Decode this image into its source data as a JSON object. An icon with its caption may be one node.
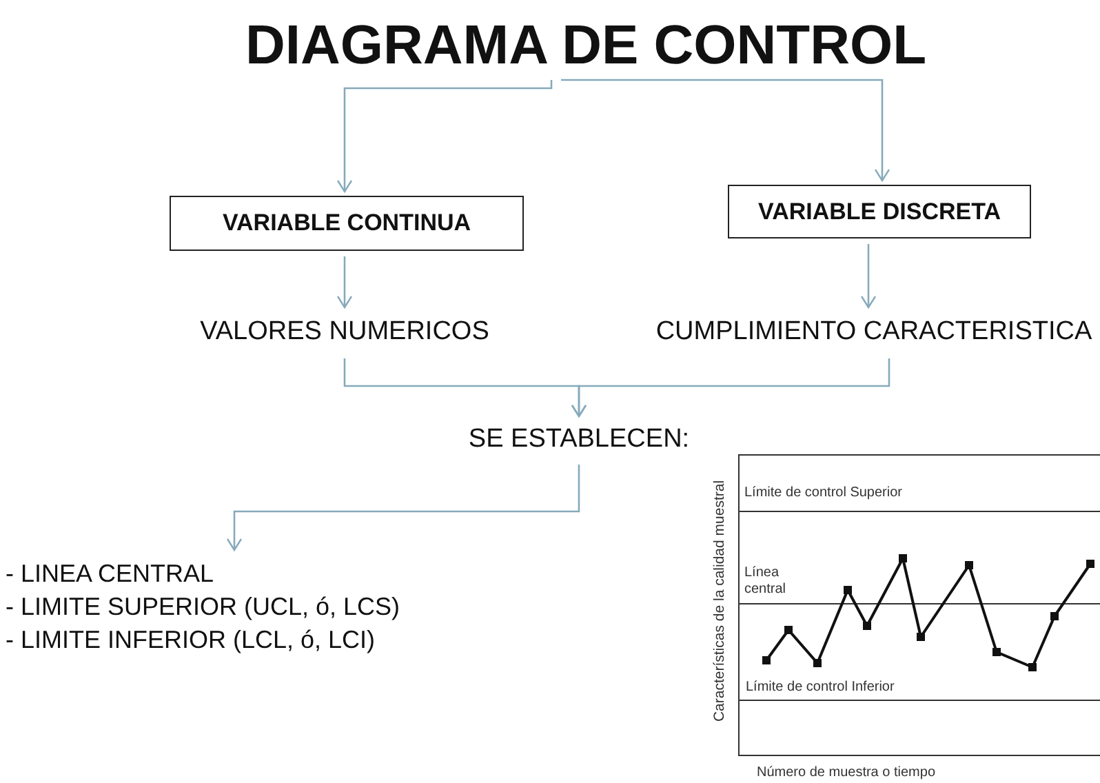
{
  "diagram": {
    "nodes": [
      {
        "text": [
          "DIAGRAMA DE CONTROL"
        ]
      },
      {
        "text": [
          "VARIABLE CONTINUA"
        ]
      },
      {
        "text": [
          "VARIABLE DISCRETA"
        ]
      },
      {
        "text": [
          "VALORES NUMERICOS"
        ]
      },
      {
        "text": [
          "CUMPLIMIENTO CARACTERISTICA"
        ]
      },
      {
        "text": [
          "SE ESTABLECEN:"
        ]
      },
      {
        "text": [
          "- LINEA CENTRAL",
          "- LIMITE SUPERIOR (UCL, ó, LCS)",
          "- LIMITE INFERIOR (LCL, ó, LCI)"
        ]
      }
    ],
    "edges": [
      {
        "from": 0,
        "to": 1,
        "arrow": "to"
      },
      {
        "from": 0,
        "to": 2,
        "arrow": "to"
      },
      {
        "from": 1,
        "to": 3,
        "arrow": "to"
      },
      {
        "from": 2,
        "to": 4,
        "arrow": "to"
      },
      {
        "from": 3,
        "to": 5,
        "arrow": "to"
      },
      {
        "from": 4,
        "to": 5,
        "arrow": "to"
      },
      {
        "from": 5,
        "to": 6,
        "arrow": "to"
      }
    ],
    "labels": [
      "Límite de control Superior",
      "Línea central",
      "Límite de control Inferior",
      "Características de la calidad muestral",
      "Número de muestra o tiempo"
    ]
  }
}
